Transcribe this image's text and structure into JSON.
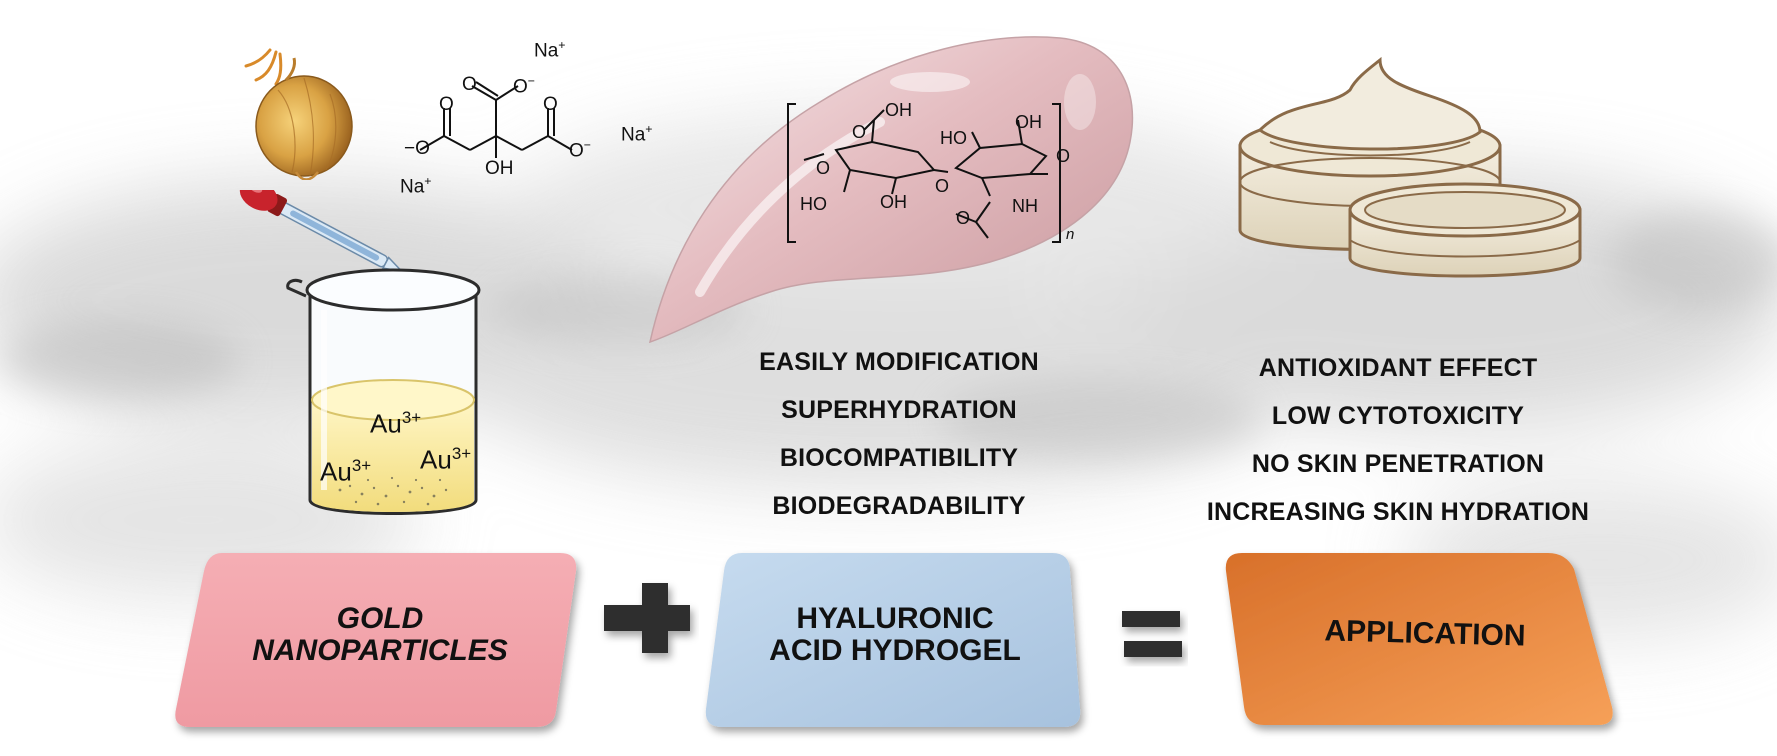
{
  "colors": {
    "gold_box": "#f2a5ac",
    "hydrogel_box": "#b8cfe6",
    "application_box": "#ef8a3c",
    "gel": "#e4bcc0",
    "cream": "#efe8d6",
    "cream_outline": "#8a6a48",
    "onion": "#d9a244",
    "dropper_bulb": "#c8232c",
    "solution": "#f4e38e"
  },
  "icons": [
    "onion-icon",
    "dropper-icon",
    "beaker-icon",
    "gel-smear-icon",
    "cream-jar-icon",
    "plus-icon",
    "equals-icon"
  ],
  "citrate": {
    "labels": [
      "Na",
      "+",
      "O",
      "O",
      "−",
      "O",
      "O",
      "−",
      "Na",
      "+",
      "O",
      "O",
      "−",
      "OH",
      "Na",
      "+"
    ]
  },
  "hyaluronan": {
    "labels": [
      "OH",
      "O",
      "HO",
      "OH",
      "O",
      "O",
      "HO",
      "OH",
      "O",
      "NH",
      "O",
      "n"
    ]
  },
  "beaker": {
    "au_top": "Au",
    "au_left": "Au",
    "au_right": "Au",
    "charge": "3+"
  },
  "hydrogel_properties": [
    "EASILY MODIFICATION",
    "SUPERHYDRATION",
    "BIOCOMPATIBILITY",
    "BIODEGRADABILITY"
  ],
  "application_properties": [
    "ANTIOXIDANT EFFECT",
    "LOW CYTOTOXICITY",
    "NO SKIN PENETRATION",
    "INCREASING SKIN HYDRATION"
  ],
  "boxes": {
    "gold_line1": "GOLD",
    "gold_line2": "NANOPARTICLES",
    "hydrogel_line1": "HYALURONIC",
    "hydrogel_line2": "ACID  HYDROGEL",
    "application": "APPLICATION"
  }
}
